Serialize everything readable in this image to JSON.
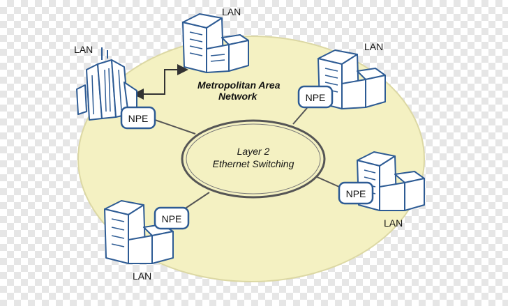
{
  "diagram": {
    "title_line1": "Metropolitan Area",
    "title_line2": "Network",
    "core_line1": "Layer 2",
    "core_line2": "Ethernet Switching",
    "lan_label": "LAN",
    "npe_label": "NPE",
    "colors": {
      "area_fill": "#f4f1c2",
      "area_stroke": "#dcd8a4",
      "device_stroke": "#2d5b94",
      "device_fill": "#ffffff",
      "link": "#555555"
    }
  }
}
